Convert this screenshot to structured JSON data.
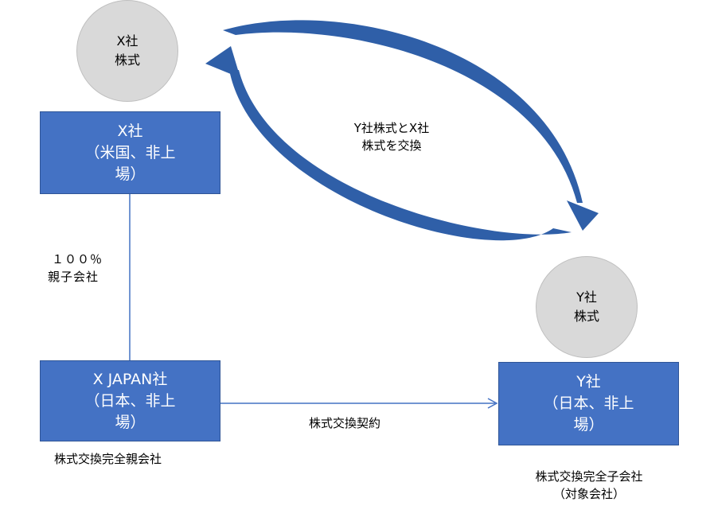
{
  "x_stock_circle": {
    "line1": "X社",
    "line2": "株式"
  },
  "y_stock_circle": {
    "line1": "Y社",
    "line2": "株式"
  },
  "x_company": {
    "line1": "X社",
    "line2": "（米国、非上",
    "line3": "場）"
  },
  "x_japan": {
    "line1": "X JAPAN社",
    "line2": "（日本、非上",
    "line3": "場）"
  },
  "y_company": {
    "line1": "Y社",
    "line2": "（日本、非上",
    "line3": "場）"
  },
  "exchange_label": {
    "line1": "Y社株式とX社",
    "line2": "株式を交換"
  },
  "parent_sub_label": {
    "line1": "１００％",
    "line2": "親子会社"
  },
  "contract_label": "株式交換契約",
  "parent_label": "株式交換完全親会社",
  "sub_label": {
    "line1": "株式交換完全子会社",
    "line2": "（対象会社）"
  },
  "colors": {
    "box_fill": "#4472c4",
    "arrow_fill": "#2f5fa8",
    "circle_fill": "#d9d9d9",
    "line": "#4472c4"
  }
}
